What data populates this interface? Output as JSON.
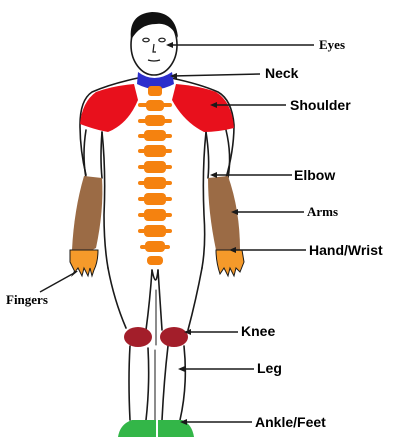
{
  "colors": {
    "outline": "#1a1a1a",
    "hair": "#111111",
    "neck": "#2c2ecc",
    "shoulder": "#e8101c",
    "spine": "#f5820f",
    "arms": "#9b6b45",
    "hands": "#f59a2a",
    "knee": "#a31e2a",
    "feet": "#33b648"
  },
  "labels": {
    "eyes": "Eyes",
    "neck": "Neck",
    "shoulder": "Shoulder",
    "elbow": "Elbow",
    "arms": "Arms",
    "hand_wrist": "Hand/Wrist",
    "fingers": "Fingers",
    "knee": "Knee",
    "leg": "Leg",
    "ankle_feet": "Ankle/Feet"
  }
}
